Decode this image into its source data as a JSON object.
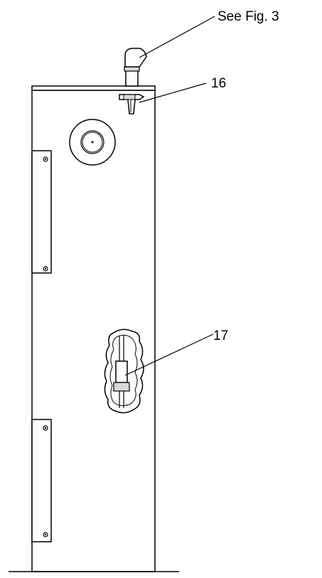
{
  "callouts": {
    "fig_ref": "See Fig.  3",
    "part_16": "16",
    "part_17": "17"
  },
  "colors": {
    "line": "#000000",
    "background": "#ffffff",
    "shade": "#d9d9d9"
  }
}
